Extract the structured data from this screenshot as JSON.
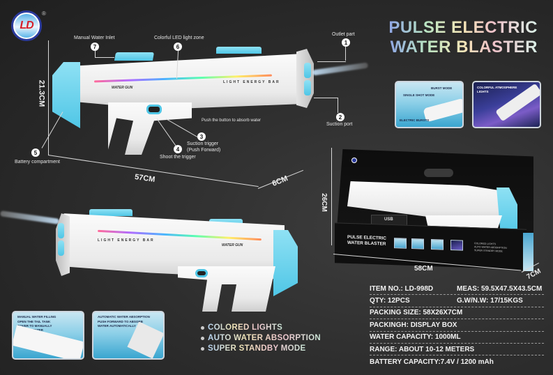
{
  "brand": {
    "logo_text": "LD",
    "registered_mark": "®"
  },
  "headline": {
    "line1": "PULSE ELECTRIC",
    "line2": "WATER BLASTER"
  },
  "main_gun": {
    "led_label": "LIGHT ENERGY BAR",
    "model_label": "WATER GUN",
    "callouts": [
      {
        "number": "1",
        "label": "Outlet part"
      },
      {
        "number": "2",
        "label": "Suction port"
      },
      {
        "number": "3",
        "label": "Suction trigger",
        "sublabel": "(Push Forward)"
      },
      {
        "number": "4",
        "label": "Shoot the trigger"
      },
      {
        "number": "5",
        "label": "Battery compartment"
      },
      {
        "number": "6",
        "label": "Colorful LED light zone"
      },
      {
        "number": "7",
        "label": "Manual Water Inlet"
      }
    ],
    "push_note": "Push the button to absorb water",
    "dimensions": {
      "height": "21.3CM",
      "length": "57CM",
      "width": "6CM"
    }
  },
  "feature_thumbs_top": [
    {
      "title": "BURST MODE",
      "subtitle": "SINGLE SHOT MODE",
      "caption": "ELECTRIC BURSTS"
    },
    {
      "title": "COLORFUL ATMOSPHERE LIGHTS"
    }
  ],
  "second_gun": {
    "led_label": "LIGHT ENERGY BAR",
    "model_label": "WATER GUN"
  },
  "feature_thumbs_bottom": [
    {
      "title": "MANUAL WATER FILLING",
      "caption": "OPEN THE TAIL TANK COVER TO MANUALLY FILL THE WATER"
    },
    {
      "title": "AUTOMATIC WATER ABSORPTION",
      "caption": "PUSH FORWARD TO ABSORB WATER AUTOMATICALLY"
    }
  ],
  "features": [
    "COLORED LIGHTS",
    "AUTO WATER ABSORPTION",
    "SUPER STANDBY MODE"
  ],
  "package": {
    "title_line1": "PULSE ELECTRIC",
    "title_line2": "WATER BLASTER",
    "usb_label": "USB",
    "features": [
      "COLORED LIGHTS",
      "AUTO WATER ABSORPTION",
      "SUPER STANDBY MODE"
    ],
    "dimensions": {
      "height": "26CM",
      "length": "58CM",
      "depth": "7CM"
    }
  },
  "specs": [
    {
      "col1": "ITEM NO.: LD-998D",
      "col2": "MEAS: 59.5X47.5X43.5CM"
    },
    {
      "col1": "QTY: 12PCS",
      "col2": "G.W/N.W: 17/15KGS"
    },
    {
      "col1": "PACKING SIZE:  58X26X7CM",
      "col2": ""
    },
    {
      "col1": "PACKINGH: DISPLAY BOX",
      "col2": ""
    },
    {
      "col1": "WATER CAPACITY: 1000ML",
      "col2": ""
    },
    {
      "col1": "RANGE:  ABOUT 10-12 METERS",
      "col2": ""
    },
    {
      "col1": "BATTERY CAPACITY:7.4V / 1200 mAh",
      "col2": ""
    }
  ],
  "colors": {
    "accent_blue": "#4fc6e6",
    "background": "#2b2b2b",
    "text": "#f2f2f2"
  }
}
